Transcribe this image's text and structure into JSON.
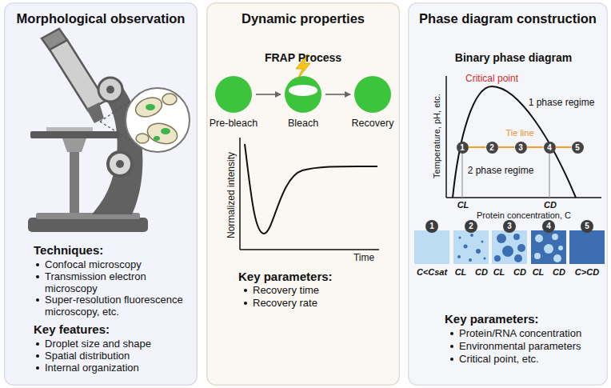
{
  "diagram": {
    "nodes": [
      {
        "text": [
          "Morphological observation",
          "Techniques:",
          "Confocal microscopy",
          "Transmission electron microscopy",
          "Super-resolution fluorescence microscopy, etc.",
          "Key features:",
          "Droplet size and shape",
          "Spatial distribution",
          "Internal organization"
        ]
      },
      {
        "text": [
          "Dynamic properties",
          "Key parameters:",
          "Recovery time",
          "Recovery rate"
        ]
      },
      {
        "text": [
          "Phase diagram construction",
          "Key parameters:",
          "Protein/RNA concentration",
          "Environmental parameters",
          "Critical point, etc."
        ]
      },
      {
        "text": [
          "Pre-bleach"
        ],
        "in": 1
      },
      {
        "text": [
          "Bleach"
        ],
        "in": 1
      },
      {
        "text": [
          "Recovery"
        ],
        "in": 1
      },
      {
        "text": [
          "1"
        ],
        "in": 2
      },
      {
        "text": [
          "2"
        ],
        "in": 2
      },
      {
        "text": [
          "3"
        ],
        "in": 2
      },
      {
        "text": [
          "4"
        ],
        "in": 2
      },
      {
        "text": [
          "5"
        ],
        "in": 2
      },
      {
        "text": [
          "1"
        ],
        "in": 2
      },
      {
        "text": [
          "2"
        ],
        "in": 2
      },
      {
        "text": [
          "3"
        ],
        "in": 2
      },
      {
        "text": [
          "4"
        ],
        "in": 2
      },
      {
        "text": [
          "5"
        ],
        "in": 2
      },
      {
        "text": [
          "C<Csat"
        ],
        "in": 2
      },
      {
        "text": [
          "CL",
          "CD"
        ],
        "in": 2
      },
      {
        "text": [
          "CL",
          "CD"
        ],
        "in": 2
      },
      {
        "text": [
          "CL",
          "CD"
        ],
        "in": 2
      },
      {
        "text": [
          "C>CD"
        ],
        "in": 2
      }
    ],
    "edges": [
      {
        "from": 3,
        "to": 4,
        "arrow": "to"
      },
      {
        "from": 4,
        "to": 5,
        "arrow": "to"
      },
      {
        "from": 6,
        "to": 7,
        "arrow": "none"
      },
      {
        "from": 7,
        "to": 8,
        "arrow": "none"
      },
      {
        "from": 8,
        "to": 9,
        "arrow": "none"
      },
      {
        "from": 9,
        "to": 10,
        "arrow": "none"
      }
    ],
    "labels": [
      "FRAP Process",
      "Normalized intensity",
      "Time",
      "Binary phase diagram",
      "Critical point",
      "1 phase regime",
      "Tie line",
      "2 phase regime",
      "Temperature, pH, etc.",
      "CL",
      "CD",
      "Protein concentration, C"
    ]
  }
}
